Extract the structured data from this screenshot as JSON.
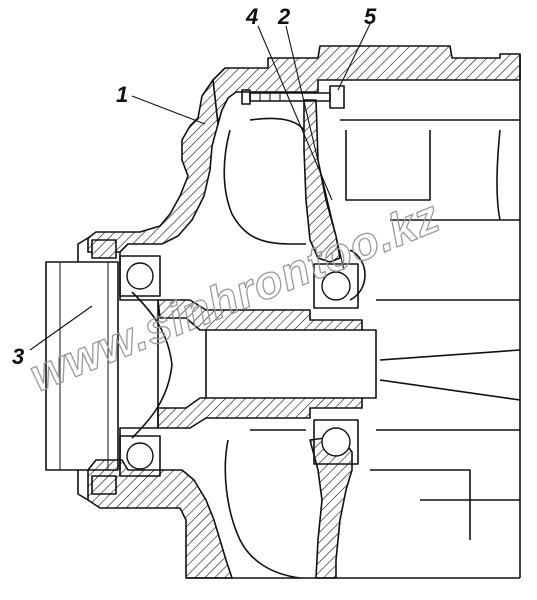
{
  "callouts": [
    {
      "id": "1",
      "label": "1"
    },
    {
      "id": "2",
      "label": "2"
    },
    {
      "id": "3",
      "label": "3"
    },
    {
      "id": "4",
      "label": "4"
    },
    {
      "id": "5",
      "label": "5"
    }
  ],
  "watermark": "www.sinhrontoo.kz",
  "colors": {
    "line": "#111111",
    "watermark": "#9a9a9a",
    "background": "#ffffff"
  }
}
